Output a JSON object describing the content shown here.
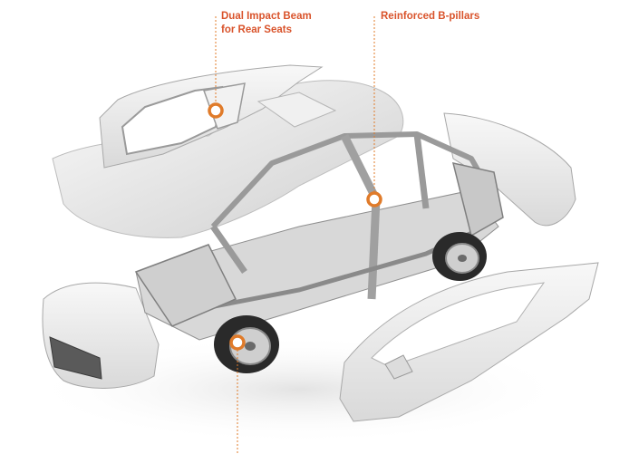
{
  "callouts": {
    "dual_impact_beam": {
      "line1": "Dual Impact Beam",
      "line2": "for Rear Seats"
    },
    "reinforced_b_pillars": {
      "line1": "Reinforced B-pillars"
    }
  },
  "colors": {
    "accent": "#d9532b",
    "marker_ring": "#e07b2a",
    "body_panel": "#eeeeee",
    "frame_gray": "#9a9a9a",
    "tire": "#2a2a2a"
  }
}
